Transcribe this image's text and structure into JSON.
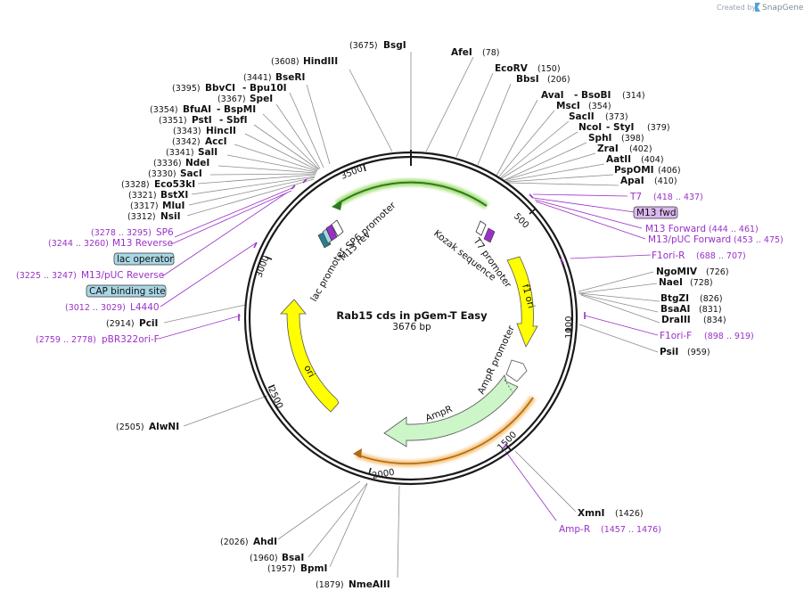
{
  "credit": {
    "prefix": "Created by",
    "brand": "SnapGene"
  },
  "plasmid": {
    "name": "Rab15 cds in pGem-T Easy",
    "length_label": "3676 bp"
  },
  "ticks": [
    "500",
    "1000",
    "1500",
    "2000",
    "2500",
    "3000",
    "3500"
  ],
  "enzymes_left": [
    {
      "name": "HindIII",
      "pos": "(3608)"
    },
    {
      "name": "BseRI",
      "pos": "(3441)"
    },
    {
      "name": "BbvCI",
      "pos": "(3395)",
      "alt": "- Bpu10I"
    },
    {
      "name": "SpeI",
      "pos": "(3367)"
    },
    {
      "name": "BfuAI",
      "pos": "(3354)",
      "alt": "- BspMI"
    },
    {
      "name": "PstI",
      "pos": "(3351)",
      "alt": "- SbfI"
    },
    {
      "name": "HincII",
      "pos": "(3343)"
    },
    {
      "name": "AccI",
      "pos": "(3342)"
    },
    {
      "name": "SalI",
      "pos": "(3341)"
    },
    {
      "name": "NdeI",
      "pos": "(3336)"
    },
    {
      "name": "SacI",
      "pos": "(3330)"
    },
    {
      "name": "Eco53kI",
      "pos": "(3328)"
    },
    {
      "name": "BstXI",
      "pos": "(3321)"
    },
    {
      "name": "MluI",
      "pos": "(3317)"
    },
    {
      "name": "NsiI",
      "pos": "(3312)"
    }
  ],
  "enzyme_top": {
    "name": "BsgI",
    "pos": "(3675)"
  },
  "enzymes_right": [
    {
      "name": "AfeI",
      "pos": "(78)"
    },
    {
      "name": "EcoRV",
      "pos": "(150)"
    },
    {
      "name": "BbsI",
      "pos": "(206)"
    },
    {
      "name": "AvaI",
      "pos": "(314)",
      "alt": "- BsoBI"
    },
    {
      "name": "MscI",
      "pos": "(354)"
    },
    {
      "name": "SacII",
      "pos": "(373)"
    },
    {
      "name": "NcoI",
      "pos": "(379)",
      "alt": "- StyI"
    },
    {
      "name": "SphI",
      "pos": "(398)"
    },
    {
      "name": "ZraI",
      "pos": "(402)"
    },
    {
      "name": "AatII",
      "pos": "(404)"
    },
    {
      "name": "PspOMI",
      "pos": "(406)"
    },
    {
      "name": "ApaI",
      "pos": "(410)"
    },
    {
      "name": "NgoMIV",
      "pos": "(726)"
    },
    {
      "name": "NaeI",
      "pos": "(728)"
    },
    {
      "name": "BtgZI",
      "pos": "(826)"
    },
    {
      "name": "BsaAI",
      "pos": "(831)"
    },
    {
      "name": "DraIII",
      "pos": "(834)"
    },
    {
      "name": "PsiI",
      "pos": "(959)"
    },
    {
      "name": "XmnI",
      "pos": "(1426)"
    }
  ],
  "enzymes_bottom": [
    {
      "name": "AlwNI",
      "pos": "(2505)"
    },
    {
      "name": "PciI",
      "pos": "(2914)"
    },
    {
      "name": "AhdI",
      "pos": "(2026)"
    },
    {
      "name": "BsaI",
      "pos": "(1960)"
    },
    {
      "name": "BpmI",
      "pos": "(1957)"
    },
    {
      "name": "NmeAIII",
      "pos": "(1879)"
    }
  ],
  "primers": [
    {
      "name": "T7",
      "pos": "(418 .. 437)"
    },
    {
      "name": "M13 Forward",
      "pos": "(444 .. 461)"
    },
    {
      "name": "M13/pUC Forward",
      "pos": "(453 .. 475)"
    },
    {
      "name": "F1ori-R",
      "pos": "(688 .. 707)"
    },
    {
      "name": "F1ori-F",
      "pos": "(898 .. 919)"
    },
    {
      "name": "Amp-R",
      "pos": "(1457 .. 1476)"
    },
    {
      "name": "SP6",
      "pos": "(3278 .. 3295)"
    },
    {
      "name": "M13 Reverse",
      "pos": "(3244 .. 3260)"
    },
    {
      "name": "M13/pUC Reverse",
      "pos": "(3225 .. 3247)"
    },
    {
      "name": "L4440",
      "pos": "(3012 .. 3029)"
    },
    {
      "name": "pBR322ori-F",
      "pos": "(2759 .. 2778)"
    }
  ],
  "boxed_labels": {
    "m13_fwd": "M13 fwd",
    "lac_operator": "lac operator",
    "cap_site": "CAP binding site"
  },
  "features": {
    "sp6": "SP6 promoter",
    "m13rev": "M13 rev",
    "lac_promoter": "lac promoter",
    "kozak": "Kozak sequence",
    "t7": "T7 promoter",
    "f1ori": "f1 ori",
    "ampr_promoter": "AmpR promoter",
    "ampr": "AmpR",
    "ori": "ori"
  },
  "colors": {
    "backbone": "#1a1a1a",
    "enzyme_line": "#8c8c8c",
    "primer": "#9a30c8",
    "yellow": "#ffff00",
    "green_feature": "#ccf5c8",
    "green_glow": "#a8e07a",
    "orange_glow": "#f5c27a",
    "box_blue": "#a9d6e5",
    "box_purple": "#dcb8f0"
  }
}
